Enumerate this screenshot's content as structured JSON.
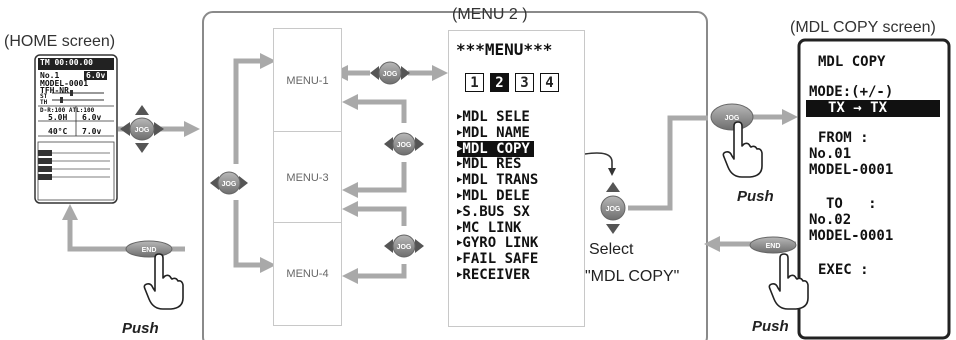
{
  "captions": {
    "home": "(HOME screen)",
    "menu2": "(MENU 2 )",
    "mdl_copy": "(MDL COPY screen)"
  },
  "home_screen": {
    "line1": "TM 00:00.00",
    "line2a": "No.1",
    "line2b": "6.0v",
    "line3": "MODEL-0001",
    "line4": "TFH-NR",
    "line5": "ST",
    "line6": "TH",
    "line7": "D-R:100 ATL:100",
    "val1": "5.0H",
    "val2": "6.0v",
    "val3": "40°C",
    "val4": "7.0v"
  },
  "menu_boxes": {
    "menu1": "MENU-1",
    "menu3": "MENU-3",
    "menu4": "MENU-4"
  },
  "menu2": {
    "header": "***MENU***",
    "pages": [
      "1",
      "2",
      "3",
      "4"
    ],
    "items": [
      "MDL SELE",
      "MDL NAME",
      "MDL COPY",
      "MDL RES",
      "MDL TRANS",
      "MDL DELE",
      "S.BUS SX",
      "MC LINK",
      "GYRO LINK",
      "FAIL SAFE",
      "RECEIVER"
    ],
    "selected": "MDL COPY"
  },
  "select_note": {
    "line1": "Select",
    "line2": "\"MDL COPY\""
  },
  "copy_screen": {
    "title": "MDL COPY",
    "mode": "MODE:(+/-)",
    "mode_value": "TX → TX",
    "from_label": "FROM :",
    "from_no": "No.01",
    "from_model": "MODEL-0001",
    "to_label": "TO   :",
    "to_no": "No.02",
    "to_model": "MODEL-0001",
    "exec": "EXEC :"
  },
  "controls": {
    "jog": "JOG",
    "end": "END",
    "push": "Push"
  },
  "colors": {
    "arrow": "#a9a9a9",
    "dial": "#8f8f8f",
    "panel_border": "#8a8a8a"
  }
}
